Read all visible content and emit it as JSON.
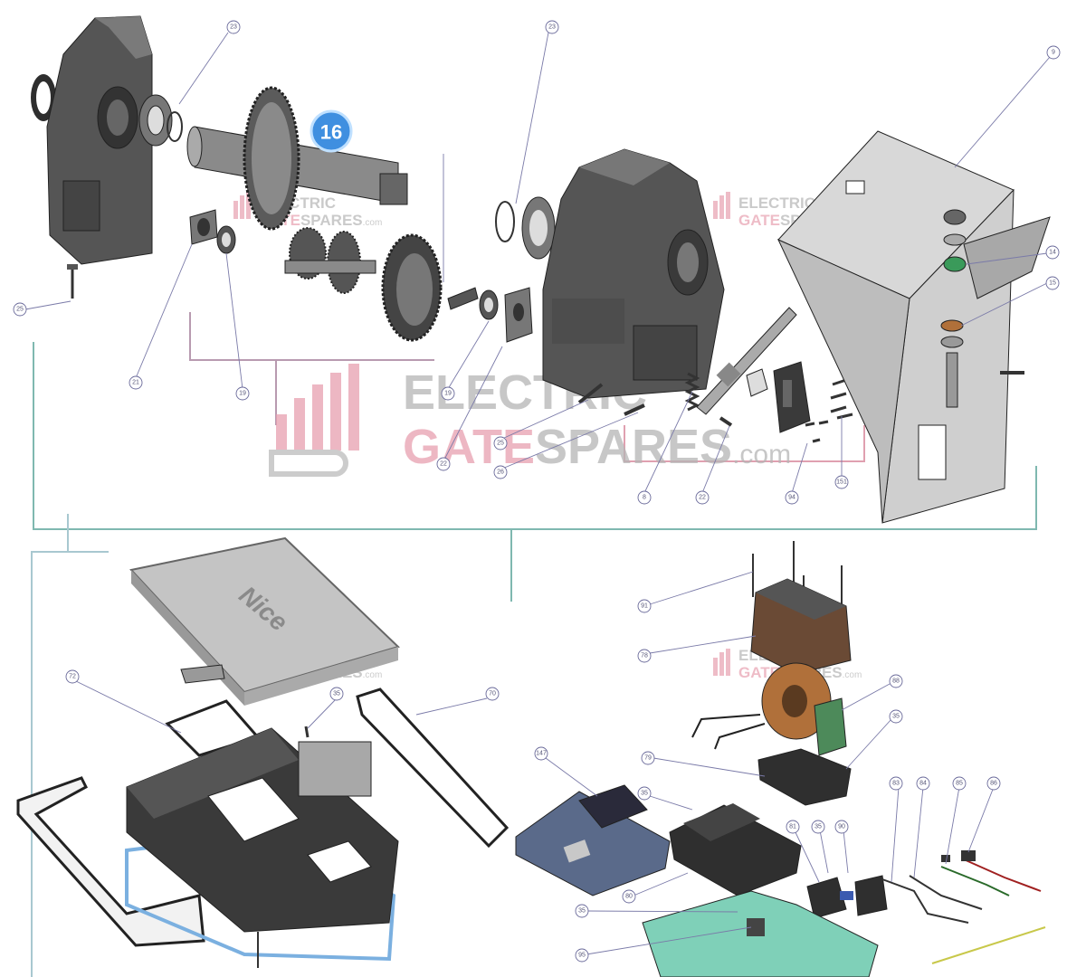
{
  "watermark": {
    "line1": "ELECTRIC",
    "line2_a": "GATE",
    "line2_b": "SPARES",
    "suffix": ".com",
    "colors": {
      "grey": "#b5b5b5",
      "pink": "#e8a0b0"
    }
  },
  "highlight_badge": {
    "label": "16",
    "color": "#3f8fe0"
  },
  "cover_logo": "Nice",
  "callouts": {
    "c23a": "23",
    "c23b": "23",
    "c9": "9",
    "c14": "14",
    "c15": "15",
    "c25a": "25",
    "c21": "21",
    "c19a": "19",
    "c19b": "19",
    "c25b": "25",
    "c26": "26",
    "c22a": "22",
    "c8": "8",
    "c22b": "22",
    "c94": "94",
    "c151": "151",
    "c72": "72",
    "c35a": "35",
    "c70": "70",
    "c91": "91",
    "c78": "78",
    "c88": "88",
    "c35b": "35",
    "c79": "79",
    "c147": "147",
    "c35c": "35",
    "c83": "83",
    "c84": "84",
    "c85": "85",
    "c86": "86",
    "c81": "81",
    "c35d": "35",
    "c90": "90",
    "c80": "80",
    "c35e": "35",
    "c95": "95"
  },
  "colors": {
    "part_dark": "#4a4a4a",
    "part_mid": "#6b6b6b",
    "part_light": "#9a9a9a",
    "plate": "#cfcfcf",
    "cover": "#c4c4c4",
    "teal_line": "#7fb8b0",
    "mauve_line": "#b89ab0",
    "highlight": "#9ad83a",
    "copper": "#b0703a",
    "green_base": "#7fd0b8"
  }
}
